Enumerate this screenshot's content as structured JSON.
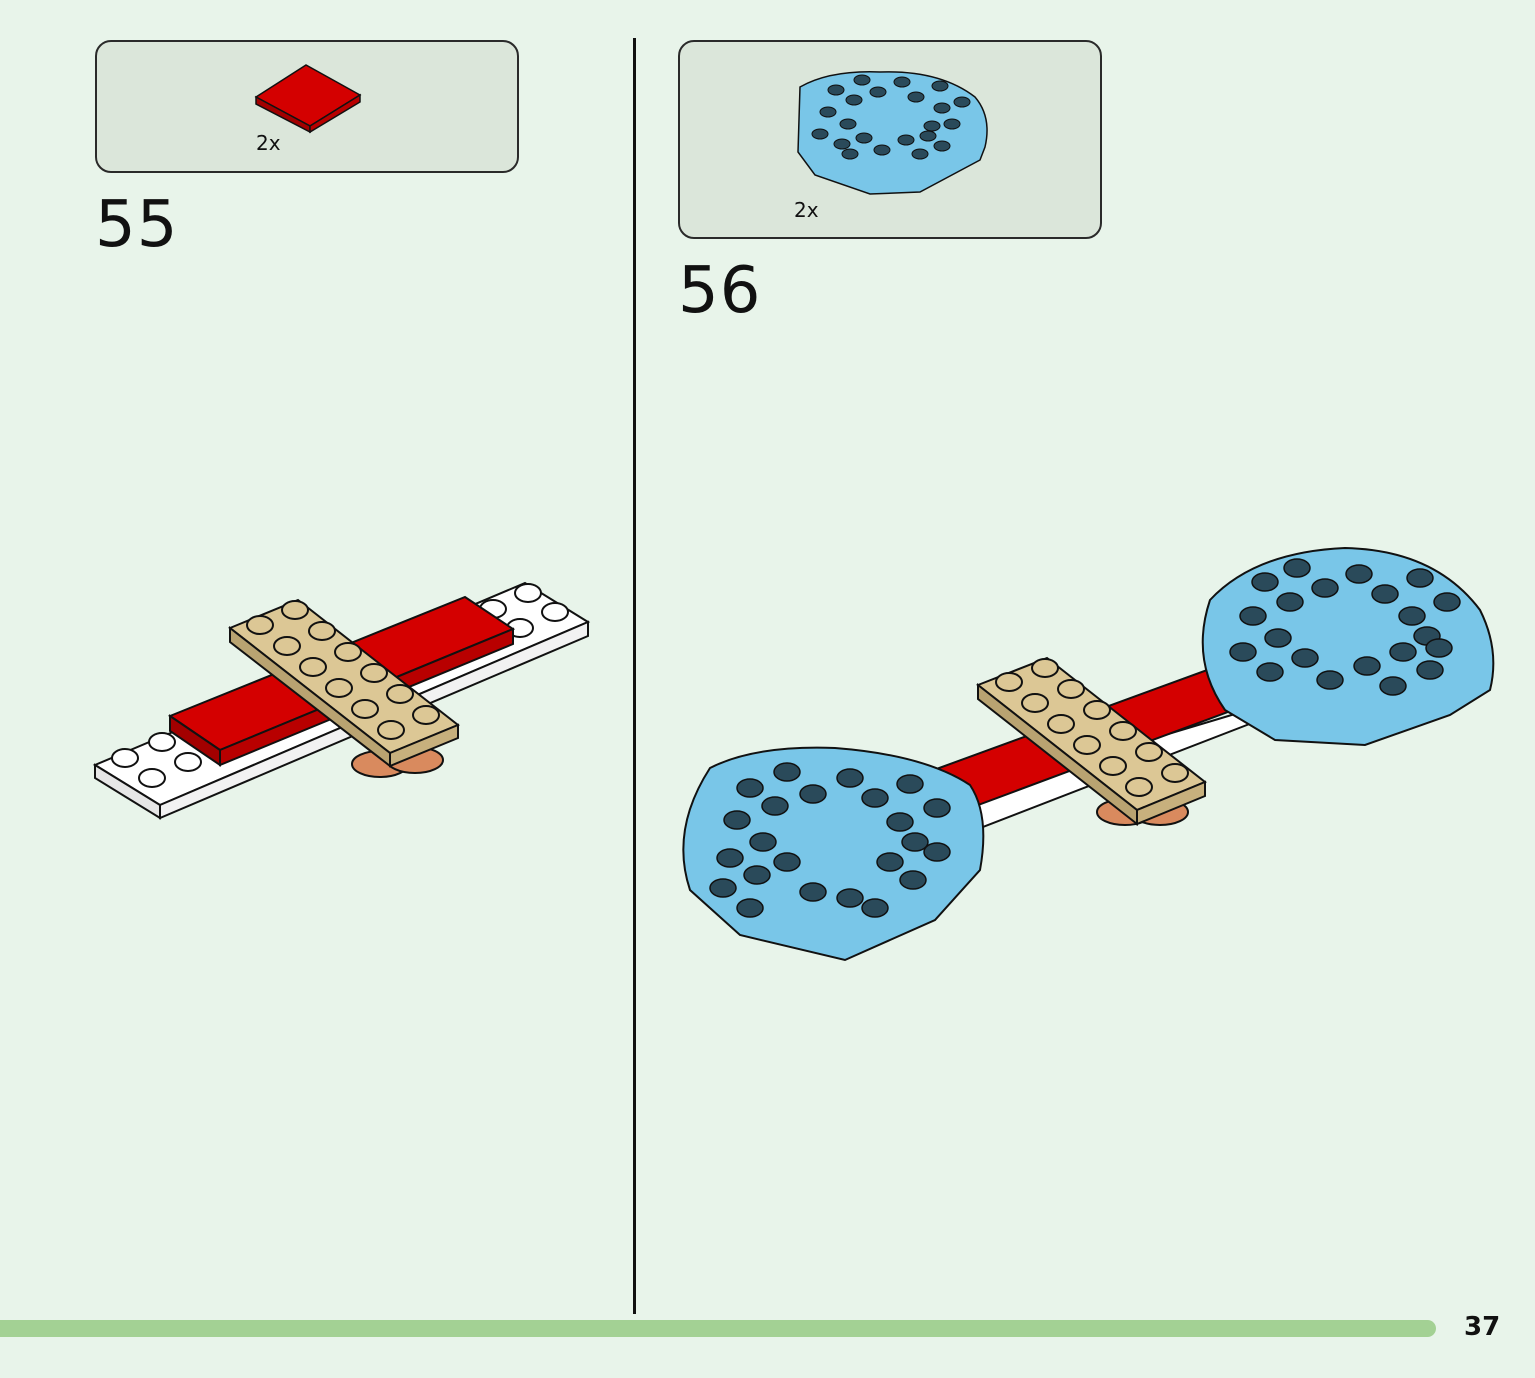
{
  "page": {
    "number": "37"
  },
  "steps": [
    {
      "number": "55",
      "parts": [
        {
          "quantity": "2x",
          "part": "red-tile-2x4",
          "color": "#d40000"
        }
      ]
    },
    {
      "number": "56",
      "parts": [
        {
          "quantity": "2x",
          "part": "blue-round-plate-6x6",
          "color": "#79c6e8"
        }
      ]
    }
  ],
  "colors": {
    "background": "#e8f4ea",
    "parts_box": "#dbe6da",
    "progress_bar": "#a3d194",
    "red": "#d40000",
    "tan": "#dcc795",
    "white": "#ffffff",
    "blue": "#79c6e8",
    "orange": "#d98a5e"
  }
}
